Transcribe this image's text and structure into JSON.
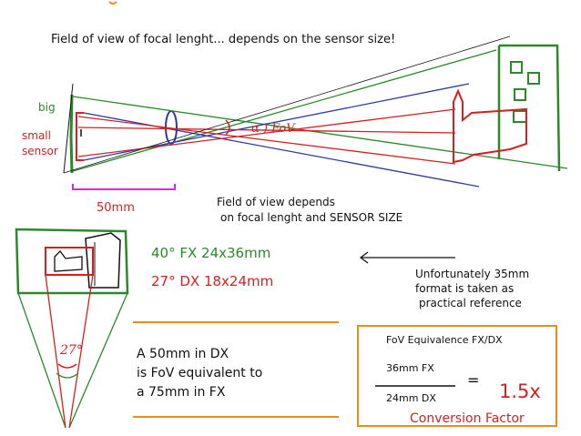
{
  "title": "Field of view of focal lenght... depends on the sensor size!",
  "labels": {
    "big": "big",
    "small_line1": "small",
    "small_line2": "sensor",
    "fov": "α ) FoV",
    "focal_length": "50mm",
    "depends_line1": "Field of view depends",
    "depends_line2": "on focal lenght and SENSOR SIZE",
    "fx_format": "40° FX 24x36mm",
    "dx_format": "27° DX 18x24mm",
    "note_line1": "Unfortunately 35mm",
    "note_line2": "format is taken as",
    "note_line3": "practical reference",
    "dx_line1": "A 50mm in DX",
    "dx_line2": "is FoV equivalent to",
    "dx_line3": "a 75mm in FX",
    "angle_27": "27°"
  },
  "conversion_box": {
    "heading": "FoV Equivalence FX/DX",
    "numerator": "36mm FX",
    "denominator": "24mm DX",
    "equals": "=",
    "result": "1.5x",
    "caption": "Conversion Factor"
  },
  "colors": {
    "green": "#2a8a2a",
    "red": "#d62020",
    "blue": "#2b3aa8",
    "orange": "#f08a1c",
    "magenta": "#d22bd2"
  }
}
